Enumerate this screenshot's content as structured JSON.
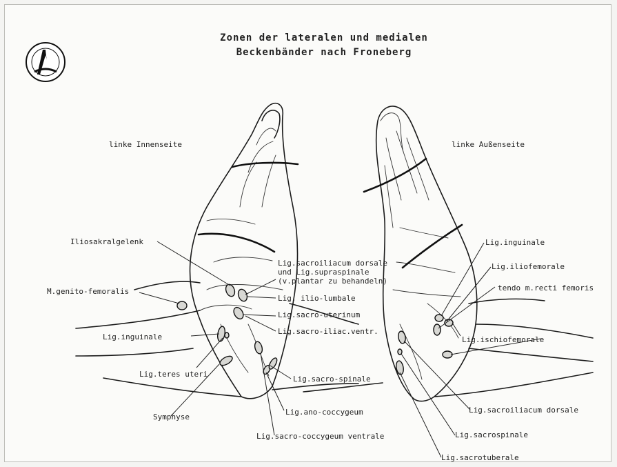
{
  "title_line1": "Zonen der lateralen und medialen",
  "title_line2": "Beckenbänder nach Froneberg",
  "logo_icon": "seal-logo-icon",
  "left_foot": {
    "heading": "linke Innenseite",
    "labels": {
      "iliosakral": "Iliosakralgelenk",
      "genito": "M.genito-femoralis",
      "inguinale": "Lig.inguinale",
      "teres": "Lig.teres uteri",
      "symphyse": "Symphyse",
      "sacroiliacum_dorsale_1": "Lig.sacroiliacum dorsale",
      "sacroiliacum_dorsale_2": "und Lig.supraspinale",
      "sacroiliacum_dorsale_3": "(v.plantar zu behandeln)",
      "ilio_lumbale": "Lig. ilio-lumbale",
      "sacro_uterinum": "Lig.sacro-uterinum",
      "sacro_iliac_ventr": "Lig.sacro-iliac.ventr.",
      "sacro_spinale": "Lig.sacro-spinale",
      "ano_coccygeum": "Lig.ano-coccygeum",
      "sacro_coccygeum": "Lig.sacro-coccygeum ventrale"
    }
  },
  "right_foot": {
    "heading": "linke Außenseite",
    "labels": {
      "inguinale": "Lig.inguinale",
      "iliofemorale": "Lig.iliofemorale",
      "tendo": "tendo m.recti femoris",
      "ischiofemorale": "Lig.ischiofemorale",
      "sacroiliacum": "Lig.sacroiliacum dorsale",
      "sacrospinale": "Lig.sacrospinale",
      "sacrotuberale": "Lig.sacrotuberale"
    }
  }
}
